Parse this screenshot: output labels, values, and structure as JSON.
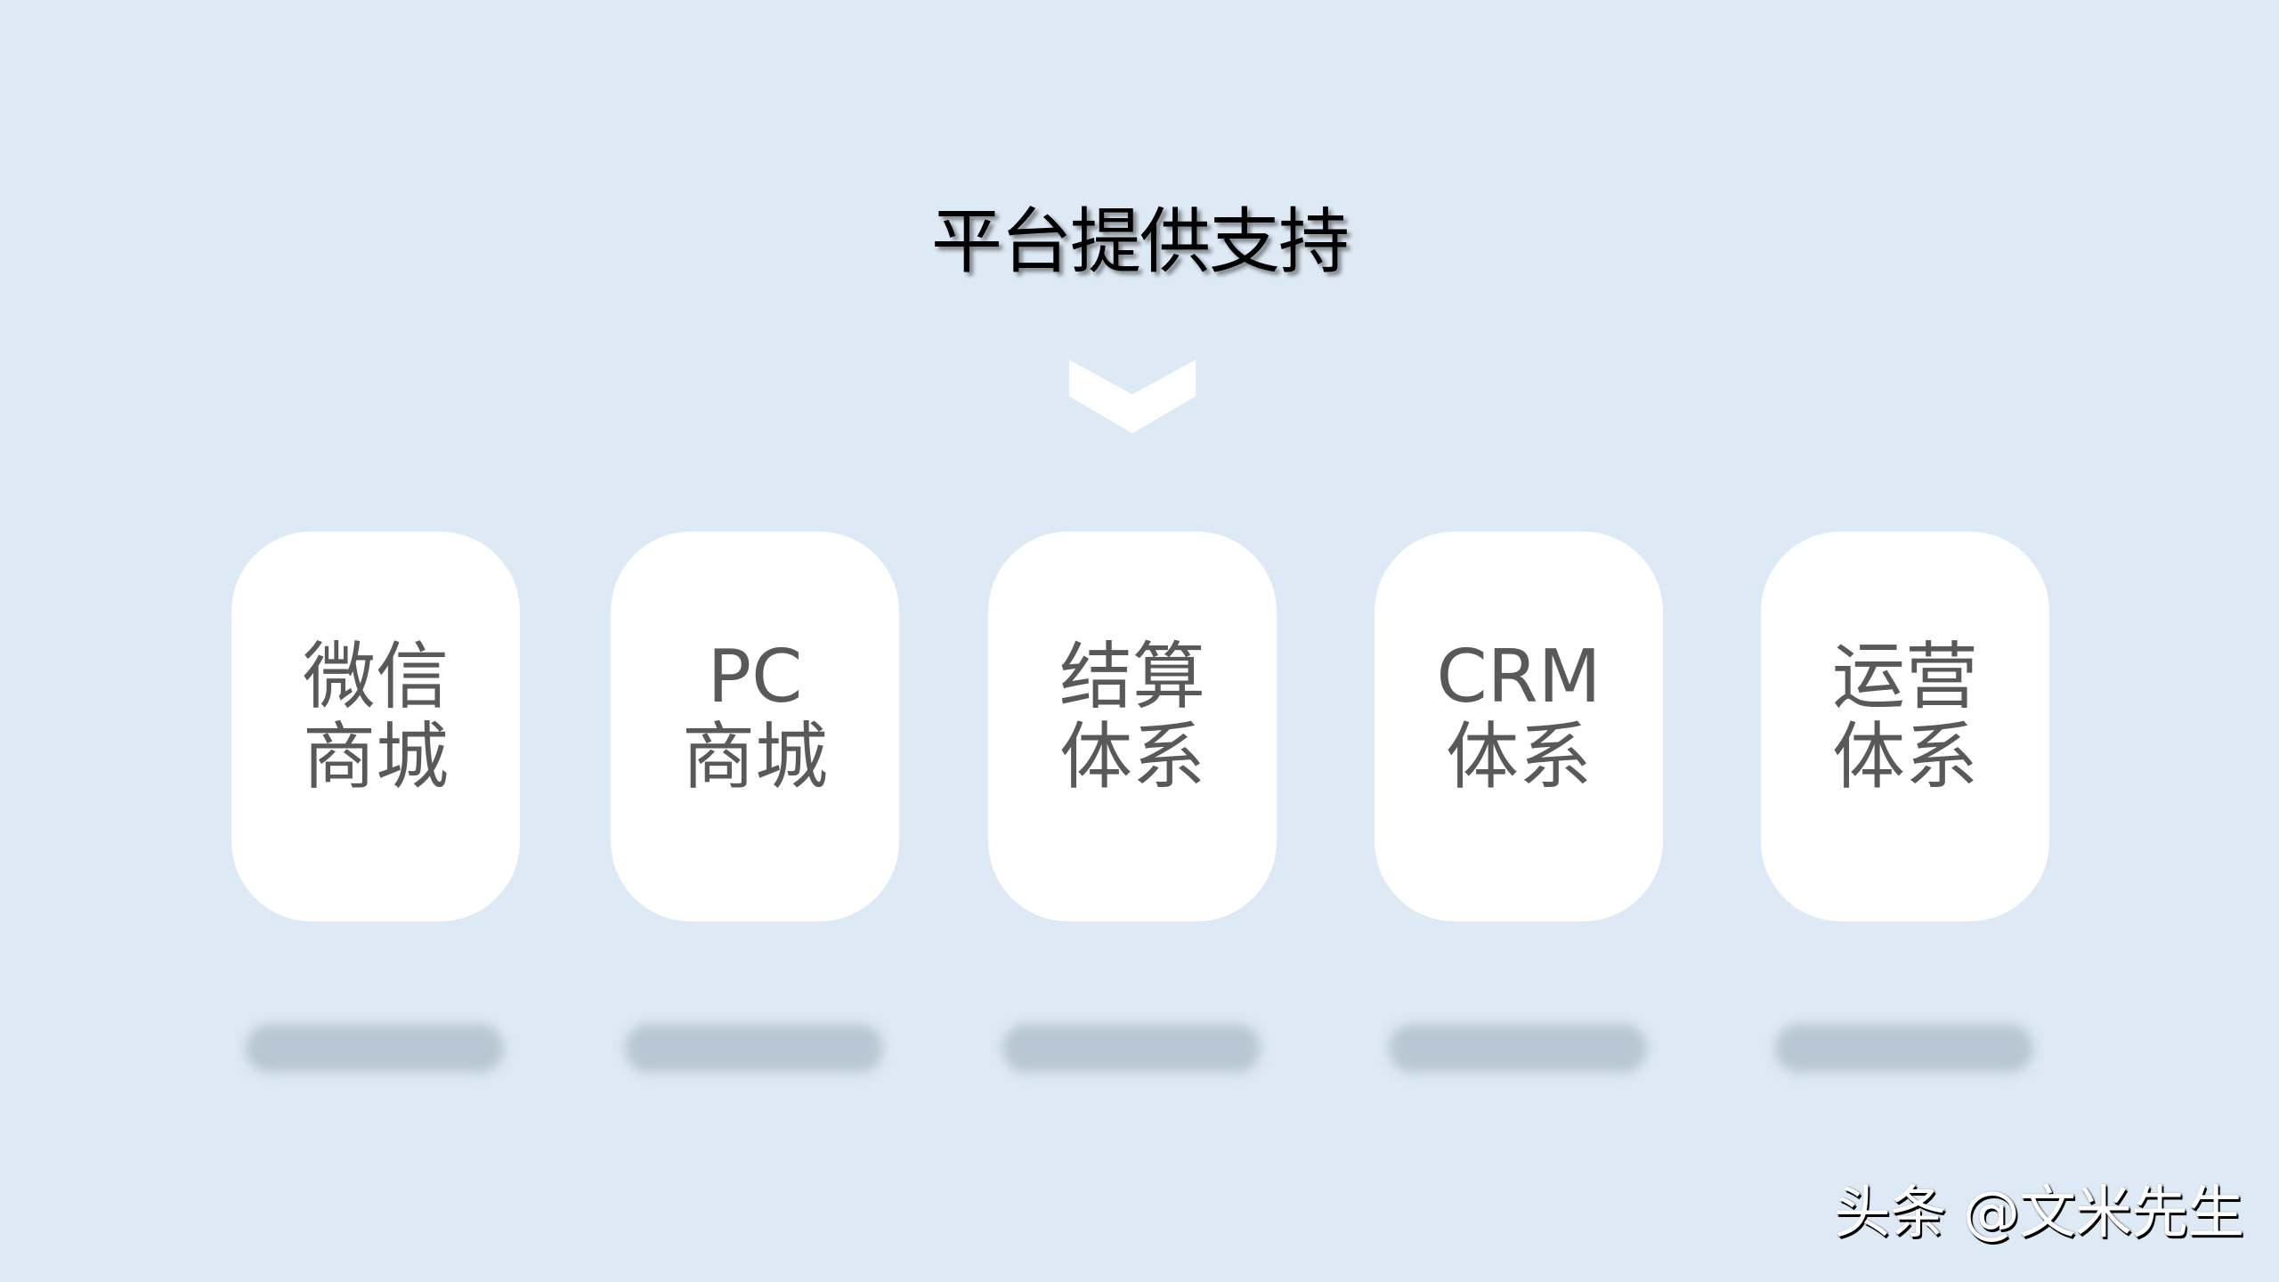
{
  "slide": {
    "title": "平台提供支持",
    "background_color": "#dde9f5",
    "chevron_icon": "chevron-down-icon"
  },
  "cards": [
    {
      "line1": "微信",
      "line2": "商城"
    },
    {
      "line1": "PC",
      "line2": "商城"
    },
    {
      "line1": "结算",
      "line2": "体系"
    },
    {
      "line1": "CRM",
      "line2": "体系"
    },
    {
      "line1": "运营",
      "line2": "体系"
    }
  ],
  "watermark": {
    "text": "头条 @文米先生"
  }
}
